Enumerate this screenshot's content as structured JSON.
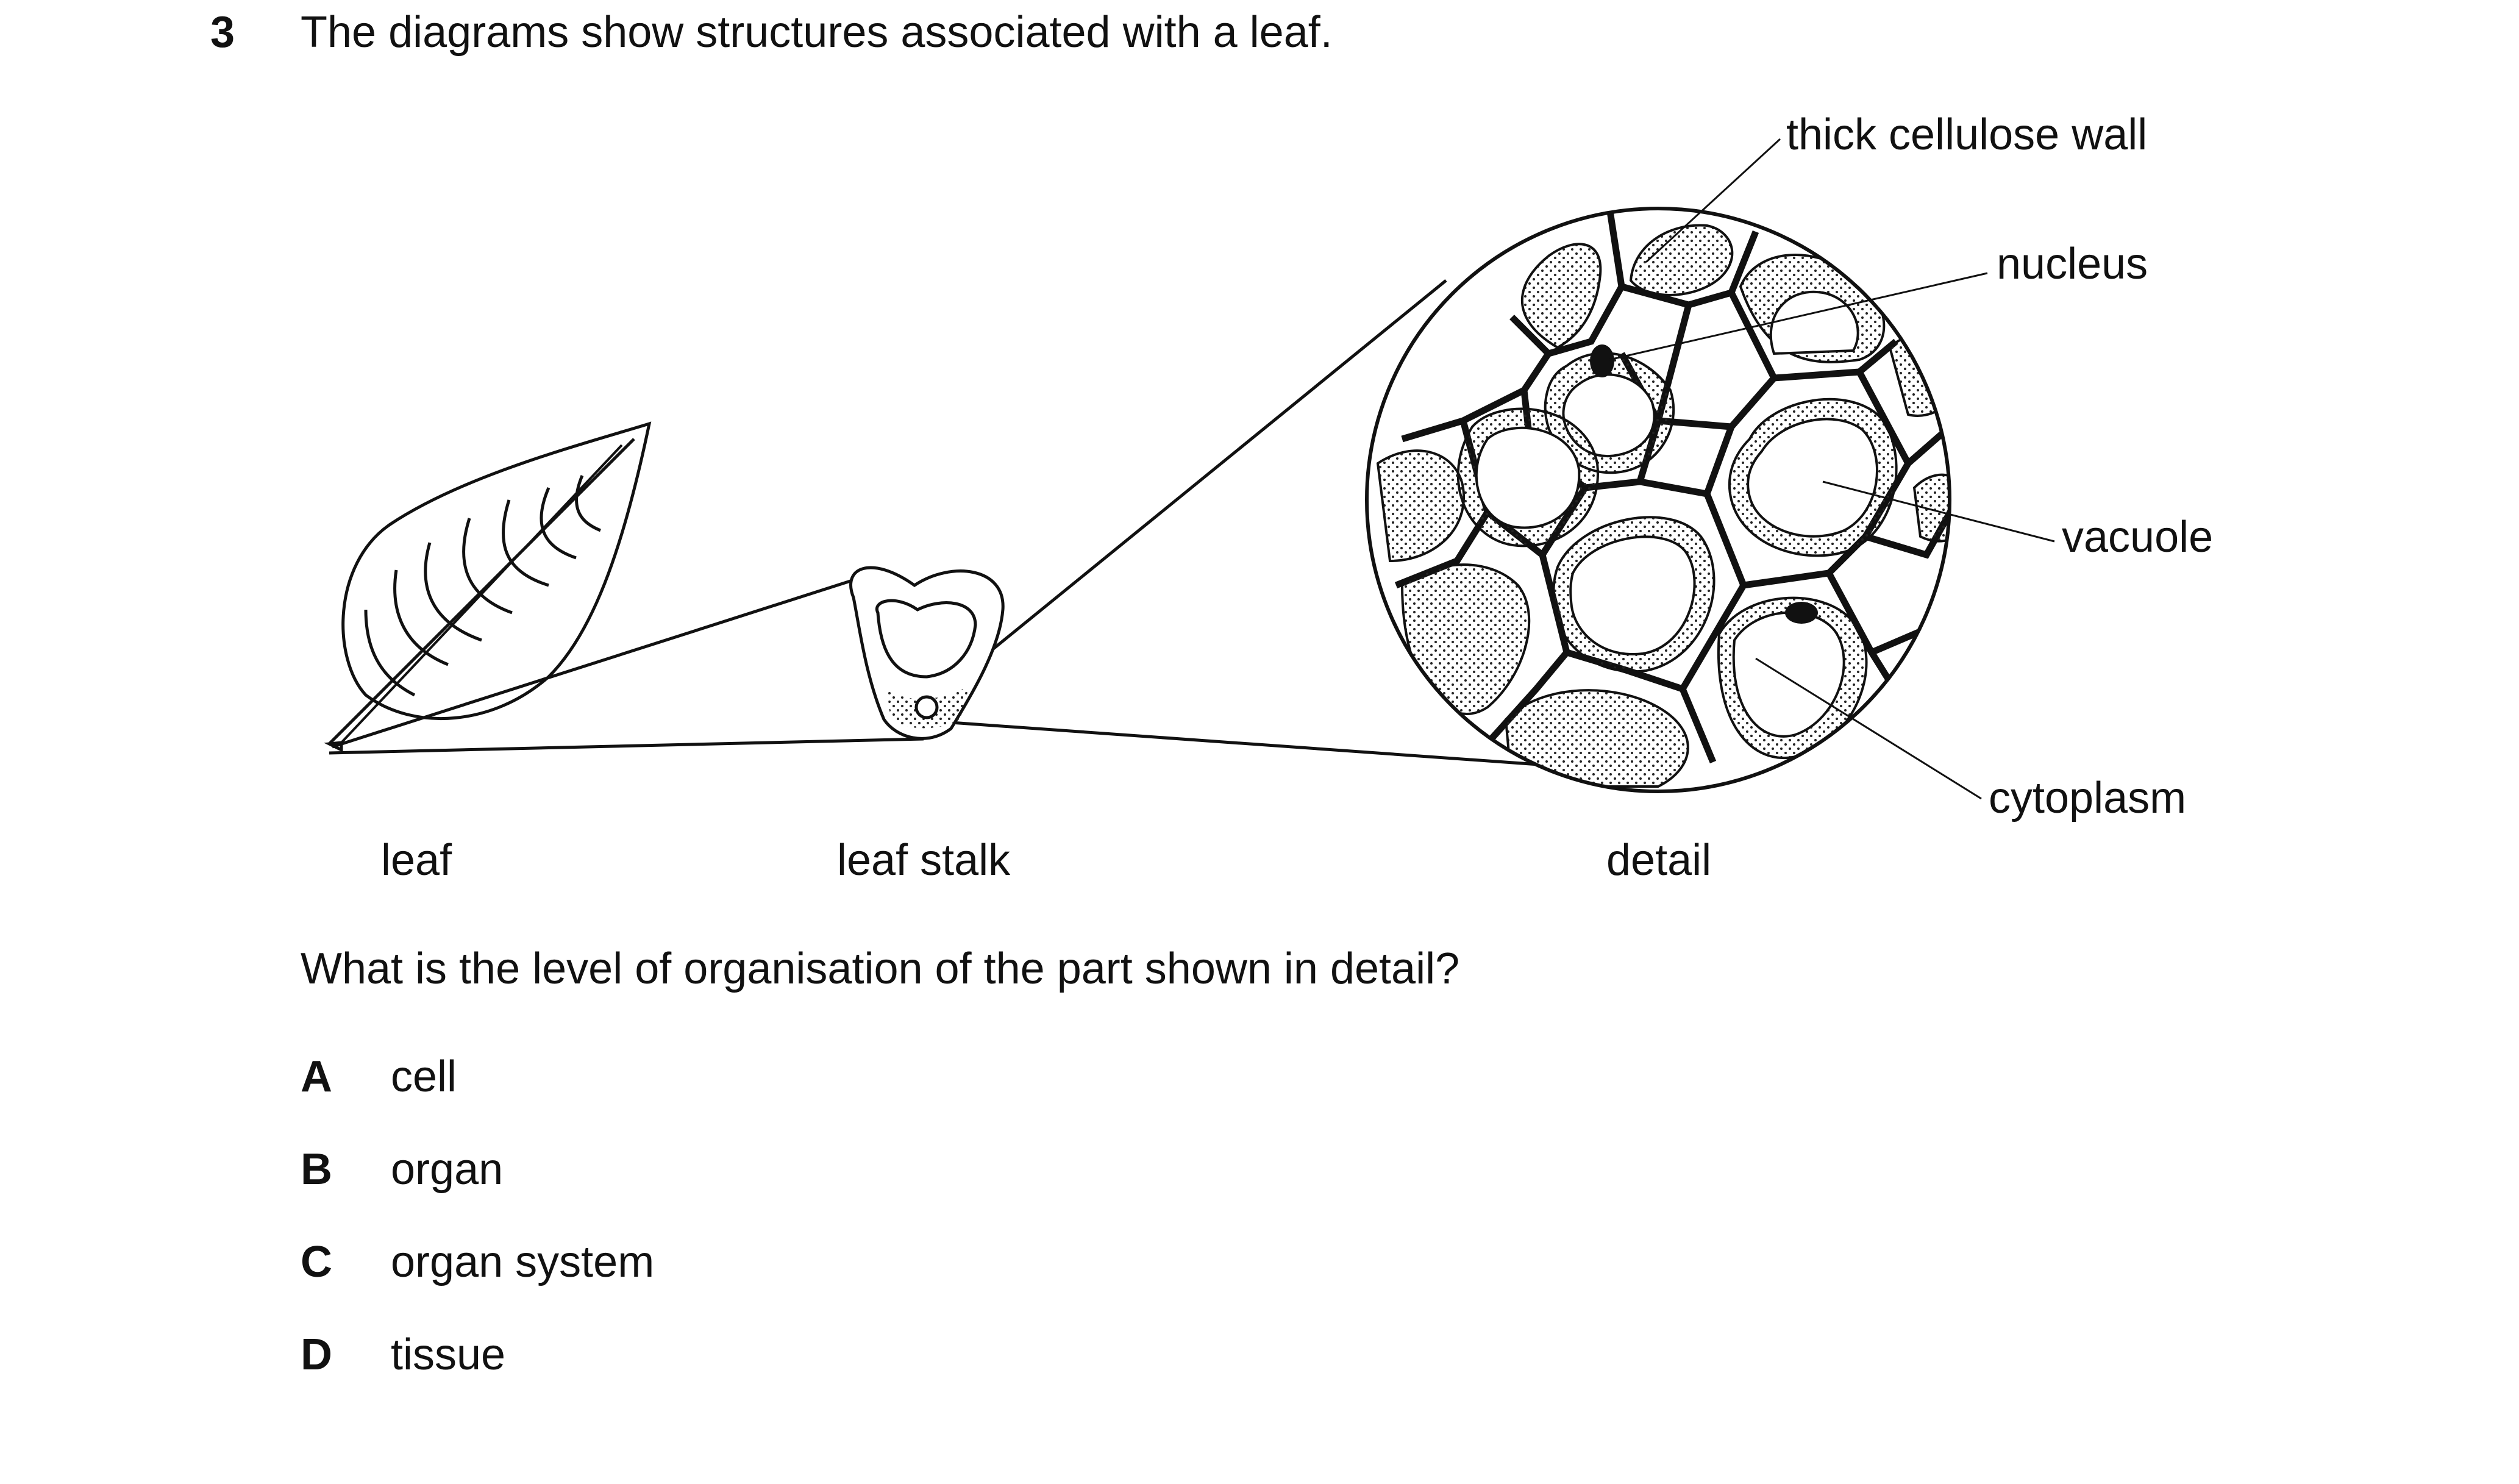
{
  "question": {
    "number": "3",
    "stem": "The diagrams show structures associated with a leaf.",
    "prompt": "What is the level of organisation of the part shown in detail?"
  },
  "figure": {
    "captions": {
      "leaf": "leaf",
      "stalk": "leaf stalk",
      "detail": "detail"
    },
    "annotations": {
      "wall": "thick cellulose wall",
      "nucleus": "nucleus",
      "vacuole": "vacuole",
      "cytoplasm": "cytoplasm"
    }
  },
  "options": [
    {
      "letter": "A",
      "text": "cell"
    },
    {
      "letter": "B",
      "text": "organ"
    },
    {
      "letter": "C",
      "text": "organ system"
    },
    {
      "letter": "D",
      "text": "tissue"
    }
  ]
}
